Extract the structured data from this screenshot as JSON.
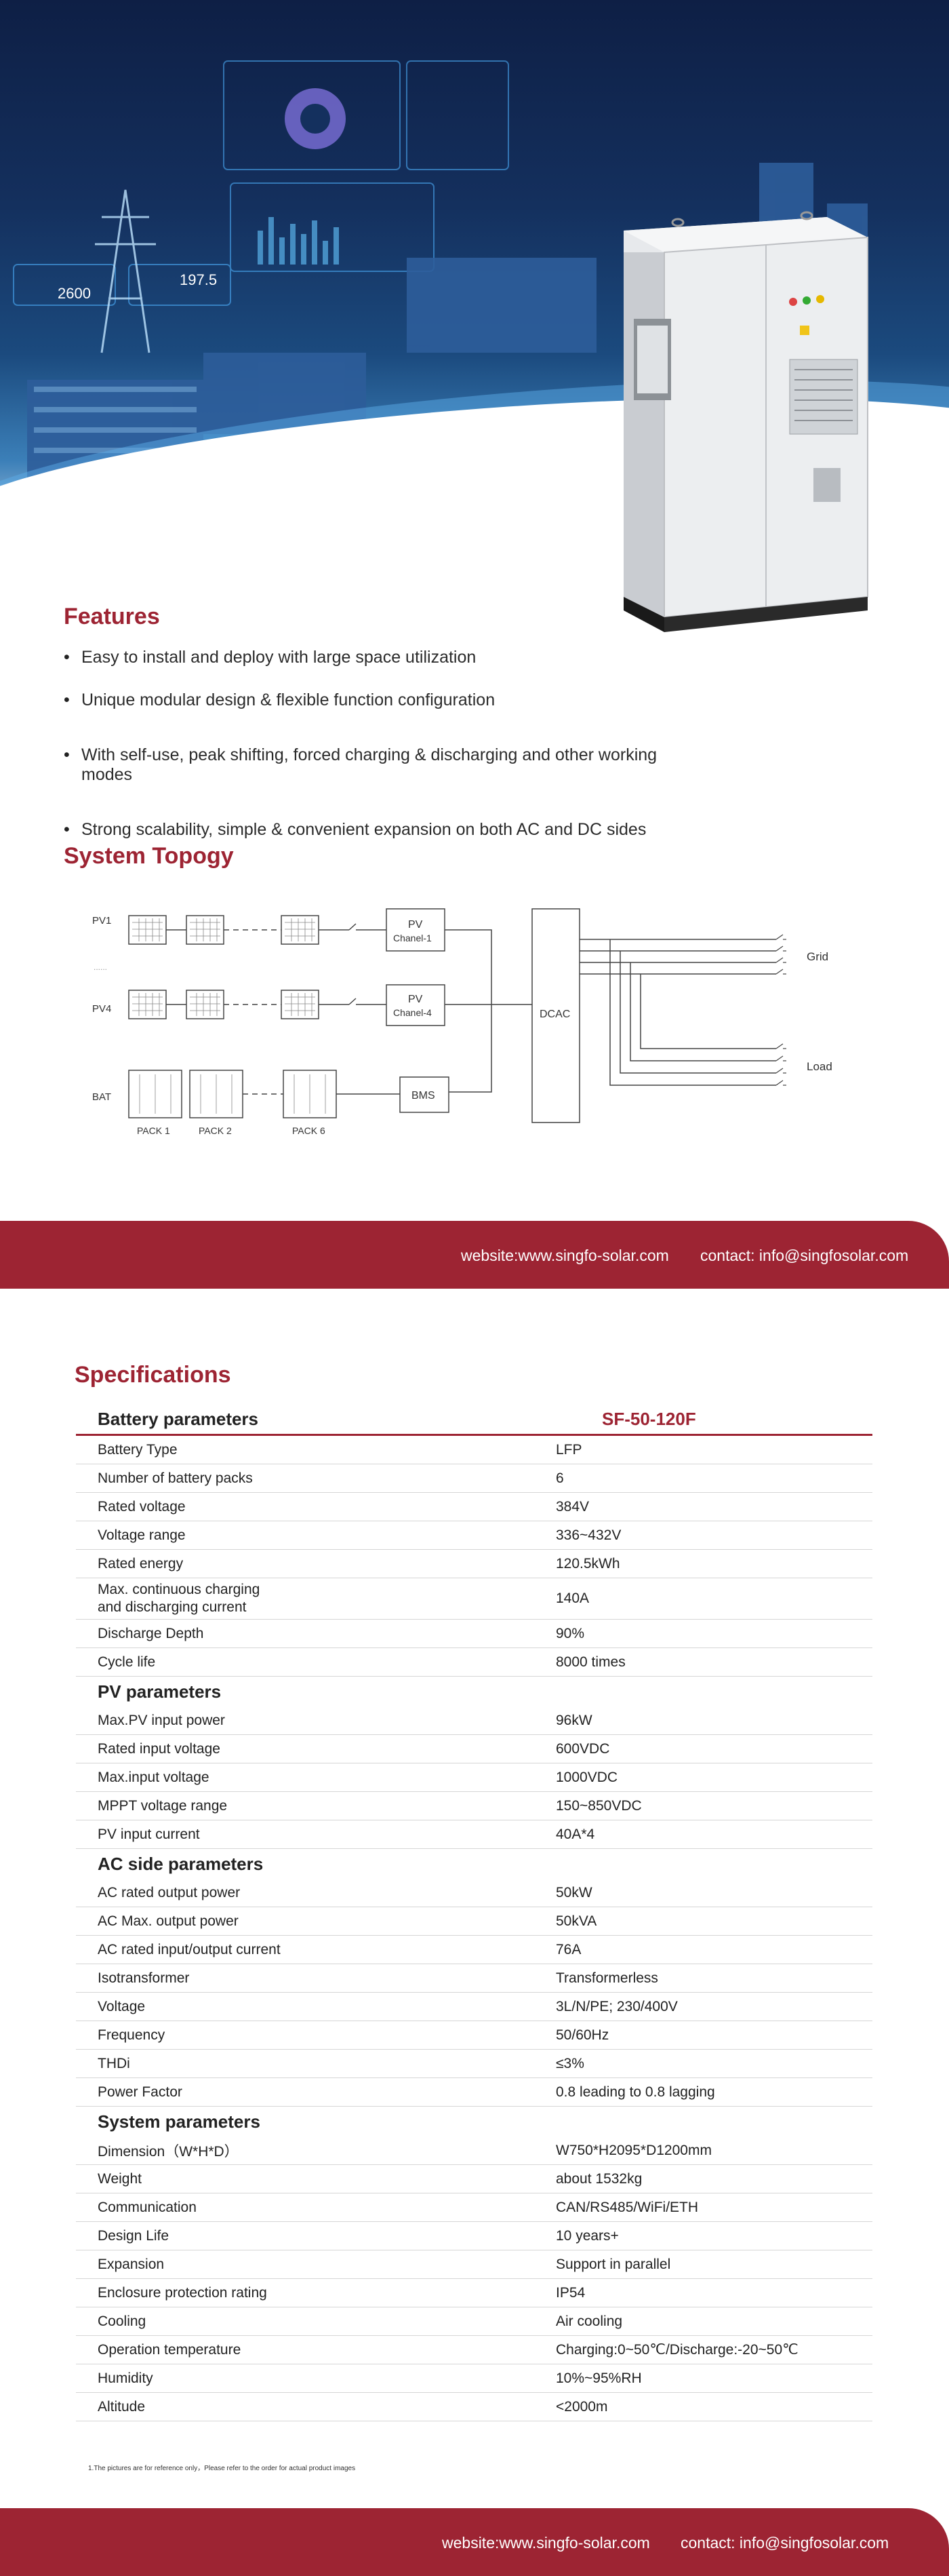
{
  "features": {
    "title": "Features",
    "items": [
      "Easy to install and deploy with large space utilization",
      "Unique modular design & flexible function configuration",
      "With self-use, peak shifting, forced charging & discharging and other working modes",
      "Strong scalability, simple & convenient expansion on both AC and DC sides"
    ]
  },
  "hero": {
    "value_left": "2600",
    "value_right": "197.5"
  },
  "topology": {
    "title": "System Topogy",
    "pv1": "PV1",
    "pv4": "PV4",
    "bat": "BAT",
    "pv": "PV",
    "chanel1": "Chanel-1",
    "chanel4": "Chanel-4",
    "bms": "BMS",
    "dcac": "DCAC",
    "grid": "Grid",
    "load": "Load",
    "pack1": "PACK 1",
    "pack2": "PACK 2",
    "pack6": "PACK 6",
    "dots": "......"
  },
  "footer": {
    "website": "website:www.singfo-solar.com",
    "contact": "contact: info@singfosolar.com"
  },
  "specs": {
    "title": "Specifications",
    "header_label": "Battery parameters",
    "model": "SF-50-120F",
    "battery": [
      [
        "Battery Type",
        "LFP"
      ],
      [
        "Number of battery packs",
        "6"
      ],
      [
        "Rated voltage",
        "384V"
      ],
      [
        "Voltage range",
        "336~432V"
      ],
      [
        "Rated energy",
        "120.5kWh"
      ],
      [
        "Max. continuous charging\nand discharging current",
        "140A"
      ],
      [
        "Discharge Depth",
        "90%"
      ],
      [
        "Cycle life",
        "8000 times"
      ]
    ],
    "pv_title": "PV parameters",
    "pv": [
      [
        "Max.PV input power",
        "96kW"
      ],
      [
        "Rated input voltage",
        "600VDC"
      ],
      [
        "Max.input voltage",
        "1000VDC"
      ],
      [
        "MPPT voltage range",
        "150~850VDC"
      ],
      [
        "PV input current",
        "40A*4"
      ]
    ],
    "ac_title": "AC side parameters",
    "ac": [
      [
        "AC rated output power",
        "50kW"
      ],
      [
        "AC Max. output power",
        "50kVA"
      ],
      [
        "AC rated input/output current",
        "76A"
      ],
      [
        "Isotransformer",
        "Transformerless"
      ],
      [
        "Voltage",
        "3L/N/PE; 230/400V"
      ],
      [
        "Frequency",
        "50/60Hz"
      ],
      [
        "THDi",
        "≤3%"
      ],
      [
        "Power Factor",
        "0.8 leading to 0.8 lagging"
      ]
    ],
    "sys_title": "System parameters",
    "sys": [
      [
        "Dimension（W*H*D）",
        "W750*H2095*D1200mm"
      ],
      [
        "Weight",
        "about 1532kg"
      ],
      [
        "Communication",
        "CAN/RS485/WiFi/ETH"
      ],
      [
        "Design Life",
        "10 years+"
      ],
      [
        "Expansion",
        "Support in parallel"
      ],
      [
        "Enclosure protection rating",
        "IP54"
      ],
      [
        "Cooling",
        "Air cooling"
      ],
      [
        "Operation temperature",
        "Charging:0~50℃/Discharge:-20~50℃"
      ],
      [
        "Humidity",
        "10%~95%RH"
      ],
      [
        "Altitude",
        "<2000m"
      ]
    ],
    "note": "1.The pictures are for reference only，Please refer to the order for actual product images"
  }
}
